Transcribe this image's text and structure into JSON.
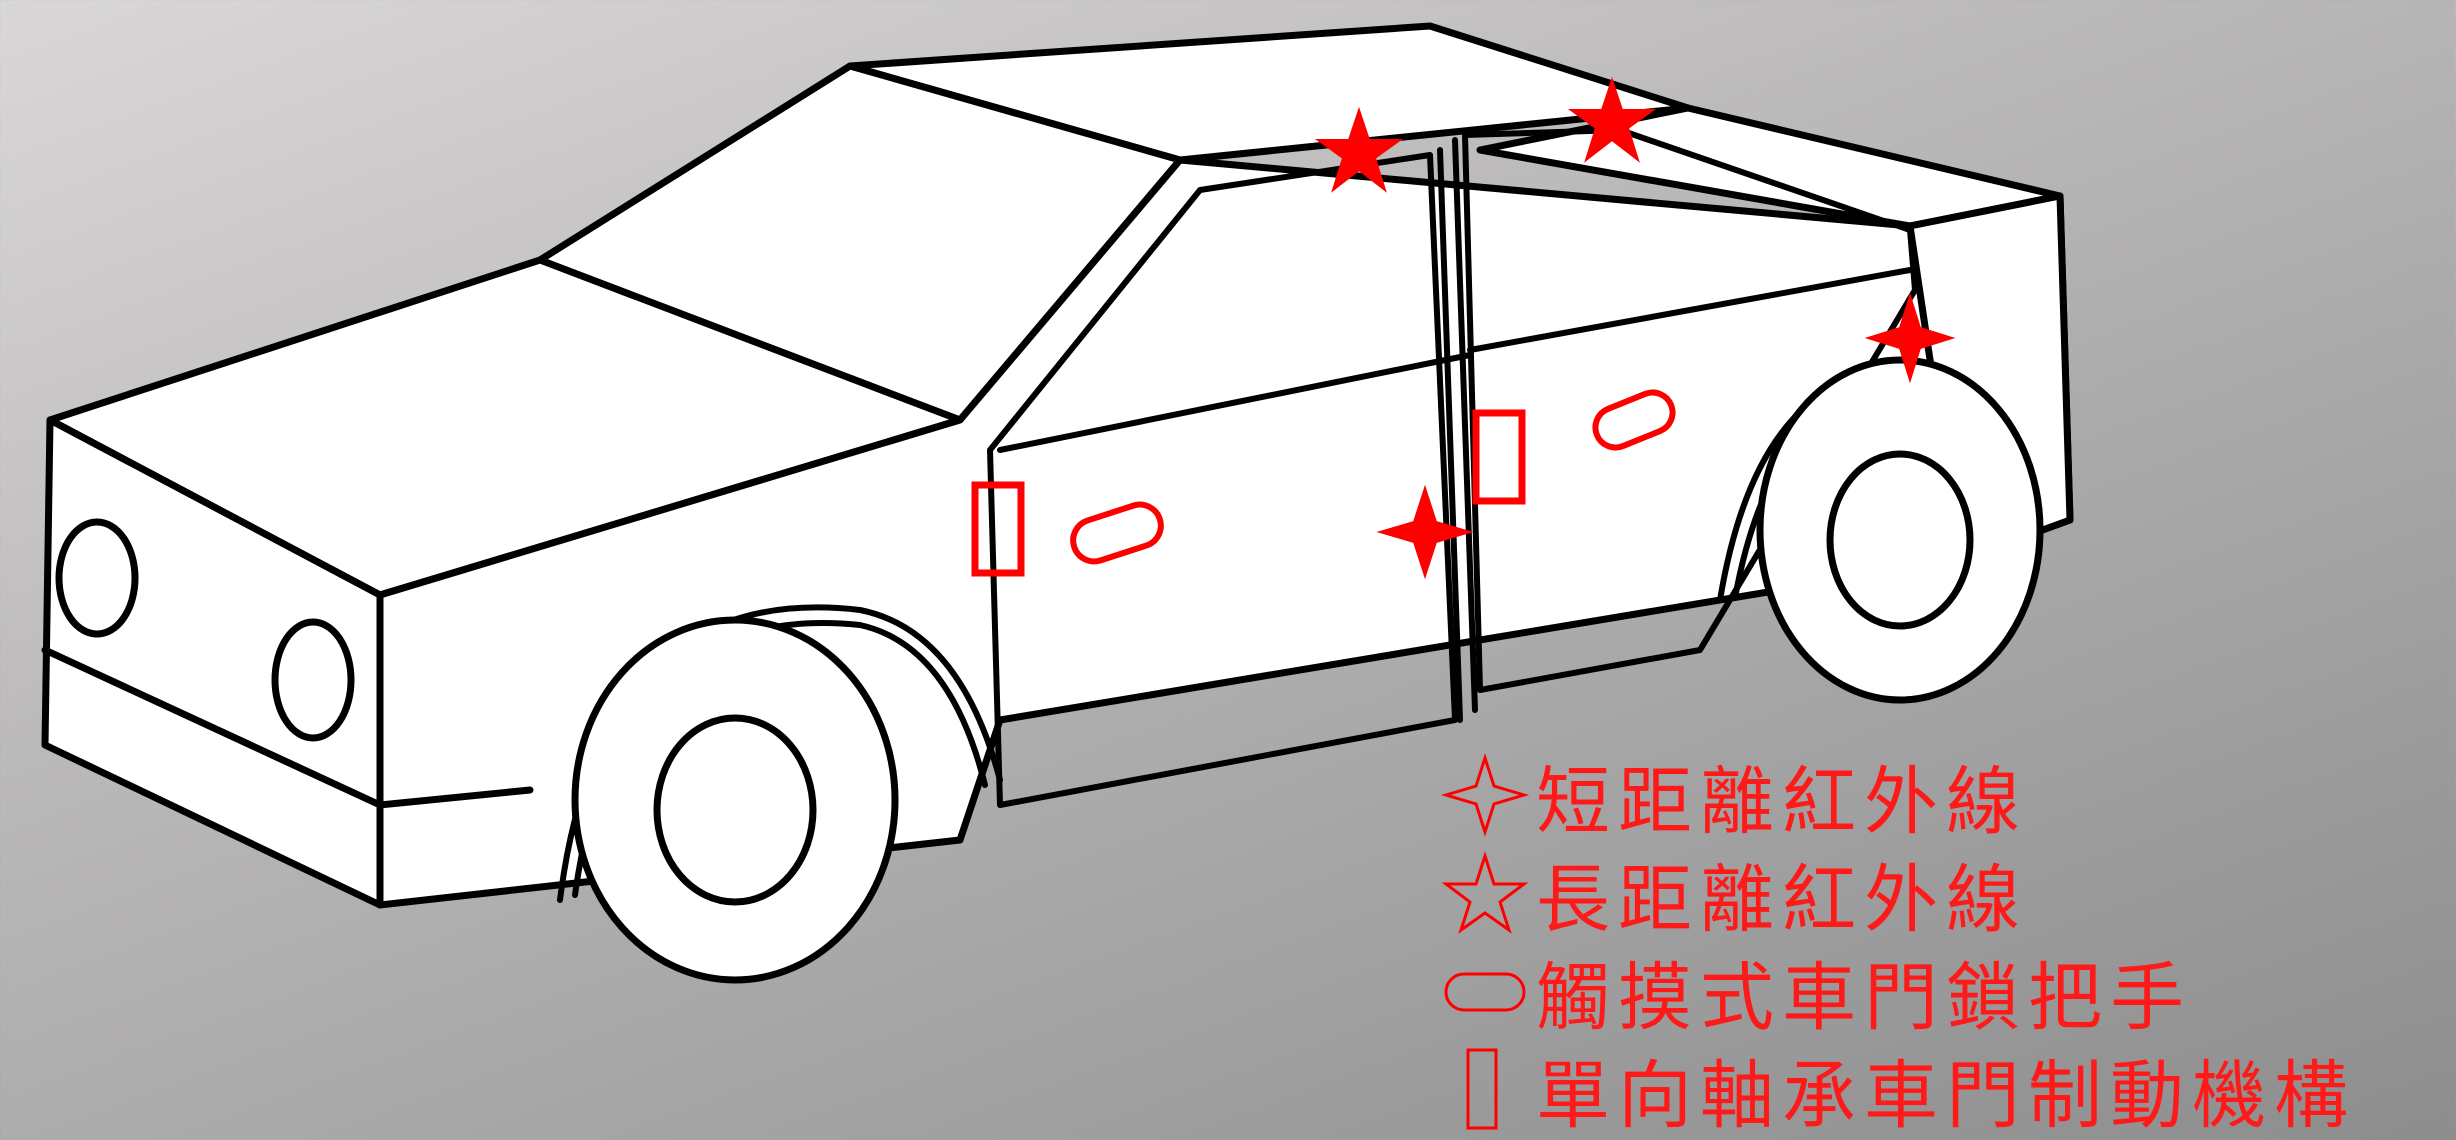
{
  "colors": {
    "marker": "#ff0000",
    "outline": "#000000",
    "car_fill": "#ffffff"
  },
  "legend": [
    {
      "symbol": "four-point-star-icon",
      "label": "短距離紅外線"
    },
    {
      "symbol": "five-point-star-icon",
      "label": "長距離紅外線"
    },
    {
      "symbol": "rounded-rect-icon",
      "label": "觸摸式車門鎖把手"
    },
    {
      "symbol": "rectangle-icon",
      "label": "單向軸承車門制動機構"
    }
  ]
}
